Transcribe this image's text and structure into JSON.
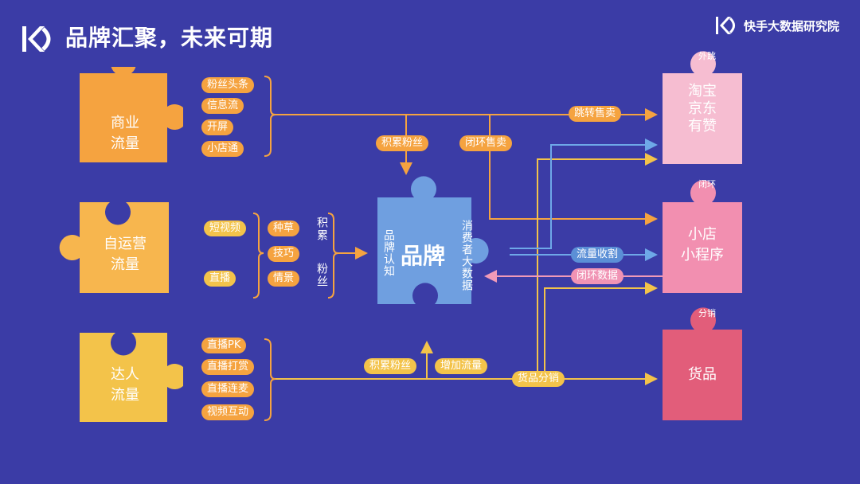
{
  "header": {
    "title": "品牌汇聚，未来可期",
    "brand": "快手大数据研究院"
  },
  "left_blocks": [
    {
      "label": "商业\n流量",
      "tags": [
        "粉丝头条",
        "信息流",
        "开屏",
        "小店通"
      ]
    },
    {
      "label": "自运营\n流量",
      "tags": [
        "短视频",
        "直播",
        "种草",
        "技巧",
        "情景"
      ],
      "side_text": [
        "积累",
        "粉丝"
      ]
    },
    {
      "label": "达人\n流量",
      "tags": [
        "直播PK",
        "直播打赏",
        "直播连麦",
        "视频互动"
      ]
    }
  ],
  "center": {
    "left_text": "品牌认知",
    "main": "品牌",
    "right_text": "消费者大数据"
  },
  "right_blocks": [
    {
      "badge": "外跳",
      "label": "淘宝\n京东\n有赞"
    },
    {
      "badge": "闭环",
      "label": "小店\n小程序"
    },
    {
      "badge": "分销",
      "label": "货品"
    }
  ],
  "flow_labels": {
    "jump_sale": "跳转售卖",
    "accumulate_top": "积累粉丝",
    "closed_sale": "闭环售卖",
    "traffic_harvest": "流量收割",
    "closed_data": "闭环数据",
    "accumulate_bottom": "积累粉丝",
    "add_traffic": "增加流量",
    "goods_distribution": "货品分销"
  },
  "colors": {
    "background": "#3b3ca6",
    "orange": "#f5a340",
    "light_orange": "#f7b64e",
    "yellow": "#f3c34a",
    "blue_piece": "#6f9fe0",
    "pink_light": "#f6bdd1",
    "pink": "#f28fb0",
    "red_pink": "#e25d7a",
    "arrow_blue": "#6ea8e8",
    "arrow_pink": "#f09ab8"
  }
}
